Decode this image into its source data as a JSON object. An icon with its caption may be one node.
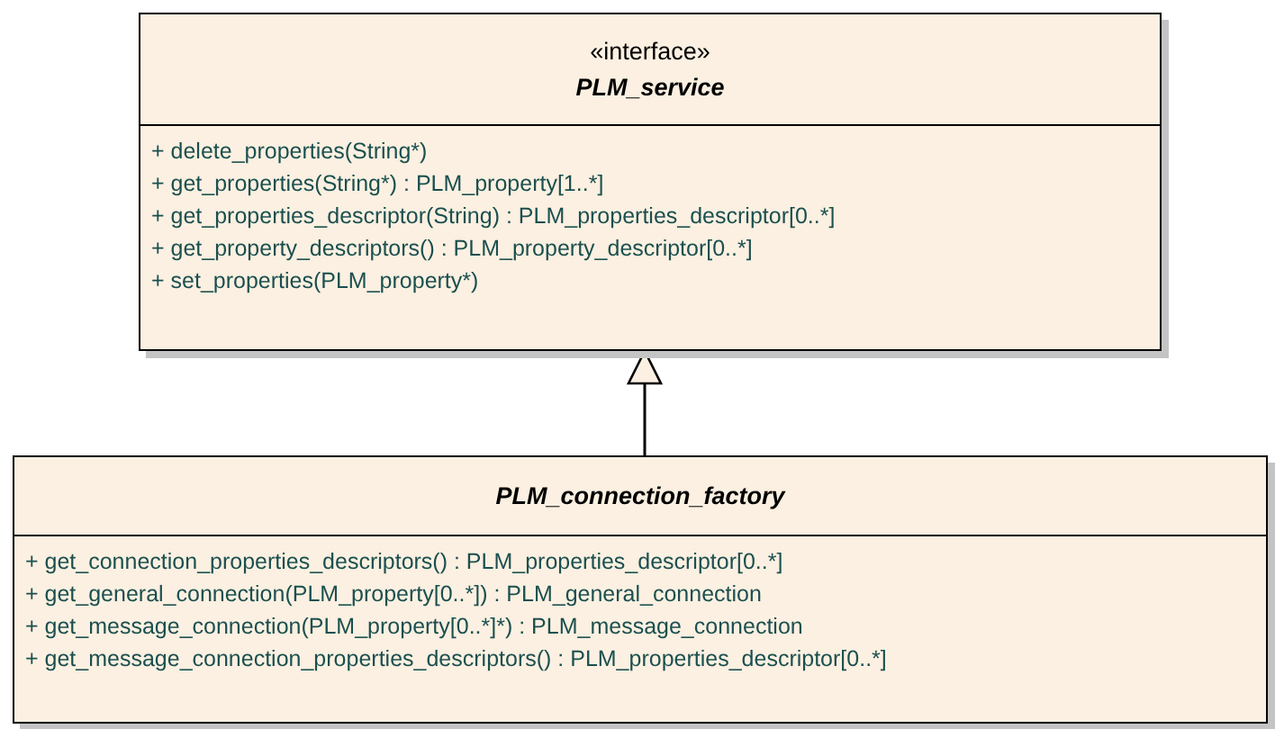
{
  "diagram": {
    "nodes": [
      {
        "text": [
          "«interface»",
          "PLM_service",
          "+ delete_properties(String*)",
          "+ get_properties(String*) : PLM_property[1..*]",
          "+ get_properties_descriptor(String) : PLM_properties_descriptor[0..*]",
          "+ get_property_descriptors() : PLM_property_descriptor[0..*]",
          "+ set_properties(PLM_property*)"
        ]
      },
      {
        "text": [
          "PLM_connection_factory",
          "+ get_connection_properties_descriptors() : PLM_properties_descriptor[0..*]",
          "+ get_general_connection(PLM_property[0..*]) : PLM_general_connection",
          "+ get_message_connection(PLM_property[0..*]*) : PLM_message_connection",
          "+ get_message_connection_properties_descriptors() : PLM_properties_descriptor[0..*]"
        ]
      }
    ],
    "edges": [
      {
        "from": 1,
        "to": 0,
        "arrow": "to"
      }
    ]
  }
}
